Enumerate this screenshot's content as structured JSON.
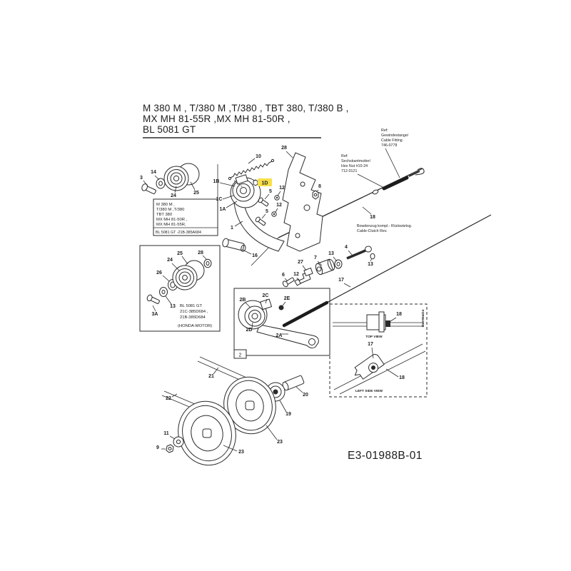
{
  "title_block": {
    "lines": [
      "M 380 M , T/380 M  ,T/380 , TBT 380, T/380 B ,",
      "MX MH 81-55R ,MX MH 81-50R ,",
      "BL 5081 GT"
    ]
  },
  "diagram_number": "E3-01988B-01",
  "colors": {
    "ink": "#1c1c1c",
    "highlight": "#f6df4b"
  },
  "refs": {
    "cable_fitting": {
      "l1": "Ref:",
      "l2": "Gewindestange/",
      "l3": "Cable Fitting",
      "l4": "746-0778"
    },
    "hex_nut": {
      "l1": "Ref:",
      "l2": "Sechskantmutter/",
      "l3": "Hex Nut #10-24",
      "l4": "712-0121"
    },
    "cable_clutch": {
      "l1": "Bowdenzug kompl.- Rückwärtsg.",
      "l2": "Cable-Clutch Rev."
    }
  },
  "inset_models": {
    "lines": [
      "M 380 M ,",
      "T/380 M ,T/380",
      "TBT 380",
      "MX MH 81-50R ,",
      "MX MH 81-55R,"
    ],
    "footer": "BL 5081 GT -21B-385A684"
  },
  "inset_honda": {
    "lines": [
      "BL 5081 GT",
      "21C-385D684 ,",
      "21B-385D684"
    ],
    "note": "(HONDA-MOTOR)"
  },
  "detail_views": {
    "top_caption": "TOP VIEW",
    "bottom_caption": "LEFT SIDE VIEW",
    "side_caption": "FORWARD"
  },
  "box2": {
    "tag": "2"
  },
  "callouts": {
    "n3": "3",
    "n14": "14",
    "n24_top": "24",
    "n25_top": "25",
    "n25_h": "25",
    "n28_h": "28",
    "n24_h": "24",
    "n26_h": "26",
    "n13_h": "13",
    "n3a_h": "3A",
    "n10": "10",
    "n28": "28",
    "n1b": "1B",
    "n1c": "1C",
    "n1a": "1A",
    "n1d": "1D",
    "n5_upper": "5",
    "n12_upper": "12",
    "n12_lower": "12",
    "n5_lower": "5",
    "n8": "8",
    "n1": "1",
    "n16": "16",
    "n18_cable": "18",
    "n6": "6",
    "n12_mid": "12",
    "n27": "27",
    "n7": "7",
    "n13_mid": "13",
    "n4": "4",
    "n13_shaft": "13",
    "n17_cable": "17",
    "n2b": "2B",
    "n2c": "2C",
    "n2e": "2E",
    "n2d": "2D",
    "n2a": "2A",
    "n18_top": "18",
    "n17_detail": "17",
    "n18_side": "18",
    "n21": "21",
    "n22": "22",
    "n20": "20",
    "n19": "19",
    "n23_right": "23",
    "n23_left": "23",
    "n11": "11",
    "n9": "9"
  }
}
